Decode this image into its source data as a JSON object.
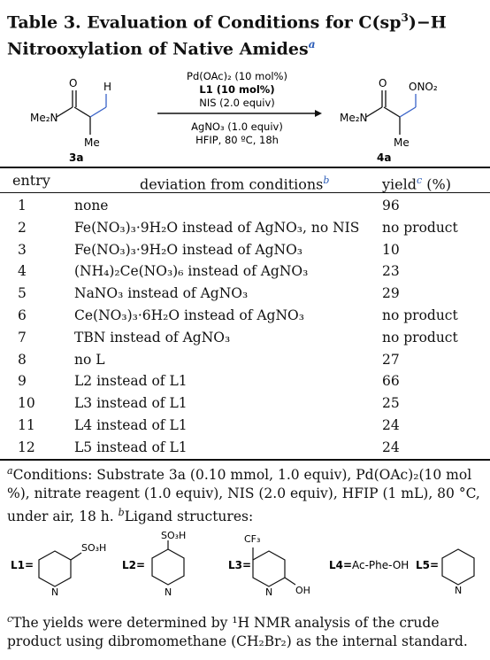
{
  "title": {
    "line1": "Table 3. Evaluation of Conditions for C(sp",
    "sup": "3",
    "line1_end": ")−H",
    "line2": "Nitrooxylation of Native Amides",
    "mark": "a"
  },
  "scheme": {
    "reactant_label": "3a",
    "product_label": "4a",
    "reactant_amide": "Me₂N",
    "product_amide": "Me₂N",
    "reactant_me": "Me",
    "product_me": "Me",
    "reactant_h": "H",
    "product_ono2": "ONO₂",
    "reactant_o": "O",
    "product_o": "O",
    "above_arrow": [
      "Pd(OAc)₂ (10 mol%)",
      "L1 (10 mol%)",
      "NIS (2.0 equiv)"
    ],
    "below_arrow": [
      "AgNO₃ (1.0 equiv)",
      "HFIP, 80 ºC, 18h"
    ]
  },
  "table": {
    "headers": {
      "entry": "entry",
      "deviation": "deviation from conditions",
      "deviation_mark": "b",
      "yield": "yield",
      "yield_mark": "c",
      "yield_unit": "(%)"
    },
    "rows": [
      {
        "entry": "1",
        "deviation": "none",
        "yield": "96"
      },
      {
        "entry": "2",
        "deviation": "Fe(NO₃)₃·9H₂O instead of AgNO₃, no NIS",
        "yield": "no product"
      },
      {
        "entry": "3",
        "deviation": "Fe(NO₃)₃·9H₂O instead of AgNO₃",
        "yield": "10"
      },
      {
        "entry": "4",
        "deviation": "(NH₄)₂Ce(NO₃)₆ instead of AgNO₃",
        "yield": "23"
      },
      {
        "entry": "5",
        "deviation": "NaNO₃ instead of AgNO₃",
        "yield": "29"
      },
      {
        "entry": "6",
        "deviation": "Ce(NO₃)₃·6H₂O instead of AgNO₃",
        "yield": "no product"
      },
      {
        "entry": "7",
        "deviation": "TBN instead of AgNO₃",
        "yield": "no product"
      },
      {
        "entry": "8",
        "deviation": "no L",
        "yield": "27"
      },
      {
        "entry": "9",
        "deviation": "L2 instead of L1",
        "yield": "66"
      },
      {
        "entry": "10",
        "deviation": "L3 instead of L1",
        "yield": "25"
      },
      {
        "entry": "11",
        "deviation": "L4 instead of L1",
        "yield": "24"
      },
      {
        "entry": "12",
        "deviation": "L5 instead of L1",
        "yield": "24"
      }
    ]
  },
  "footnotes": {
    "a_mark": "a",
    "a_text": "Conditions: Substrate 3a (0.10 mmol, 1.0 equiv), Pd(OAc)₂(10 mol %), nitrate reagent (1.0 equiv), NIS (2.0 equiv), HFIP (1 mL), 80 °C, under air, 18 h.",
    "b_mark": "b",
    "b_text": "Ligand structures:",
    "c_mark": "c",
    "c_text": "The yields were determined by ¹H NMR analysis of the crude product using dibromomethane (CH₂Br₂) as the internal standard."
  },
  "ligands": {
    "l1_label": "L1=",
    "l1_group": "SO₃H",
    "l2_label": "L2=",
    "l2_group": "SO₃H",
    "l3_label": "L3=",
    "l3_group": "CF₃",
    "l3_oh": "OH",
    "l4_label": "L4=",
    "l4_text": "Ac-Phe-OH",
    "l5_label": "L5=",
    "ring_n": "N"
  }
}
